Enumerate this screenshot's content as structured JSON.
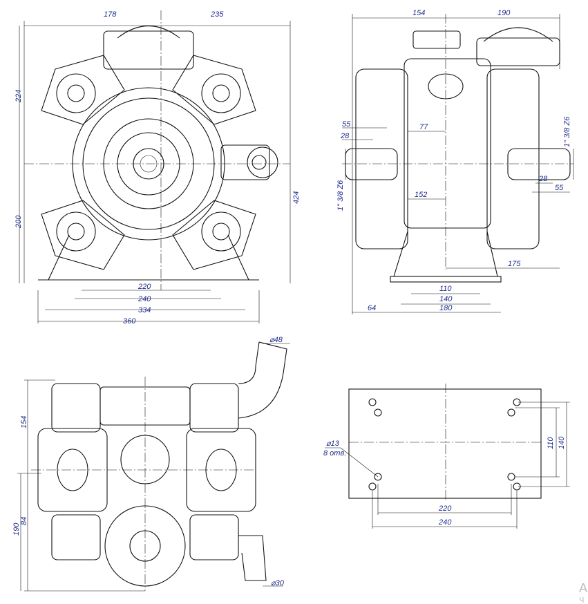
{
  "front_view": {
    "dims": {
      "w178": "178",
      "w235": "235",
      "h224": "224",
      "h200": "200",
      "h424": "424",
      "w220": "220",
      "w240": "240",
      "w334": "334",
      "w360": "360"
    }
  },
  "side_view": {
    "dims": {
      "w154": "154",
      "w190": "190",
      "l55": "55",
      "l28": "28",
      "d77": "77",
      "shaft_left": "1\" 3/8 Z6",
      "shaft_right": "1\" 3/8 Z6",
      "r28": "28",
      "r55": "55",
      "d152": "152",
      "d175": "175",
      "w110": "110",
      "w140": "140",
      "w64": "64",
      "w180": "180"
    }
  },
  "top_view": {
    "dims": {
      "dia48": "⌀48",
      "h154": "154",
      "h84": "84",
      "h190": "190",
      "dia30": "⌀30"
    }
  },
  "base_view": {
    "hole_dia": "⌀13",
    "hole_count": "8 отв.",
    "dims": {
      "h110": "110",
      "h140": "140",
      "w220": "220",
      "w240": "240"
    }
  },
  "watermark": {
    "line1": "А",
    "line2": "Ч"
  }
}
